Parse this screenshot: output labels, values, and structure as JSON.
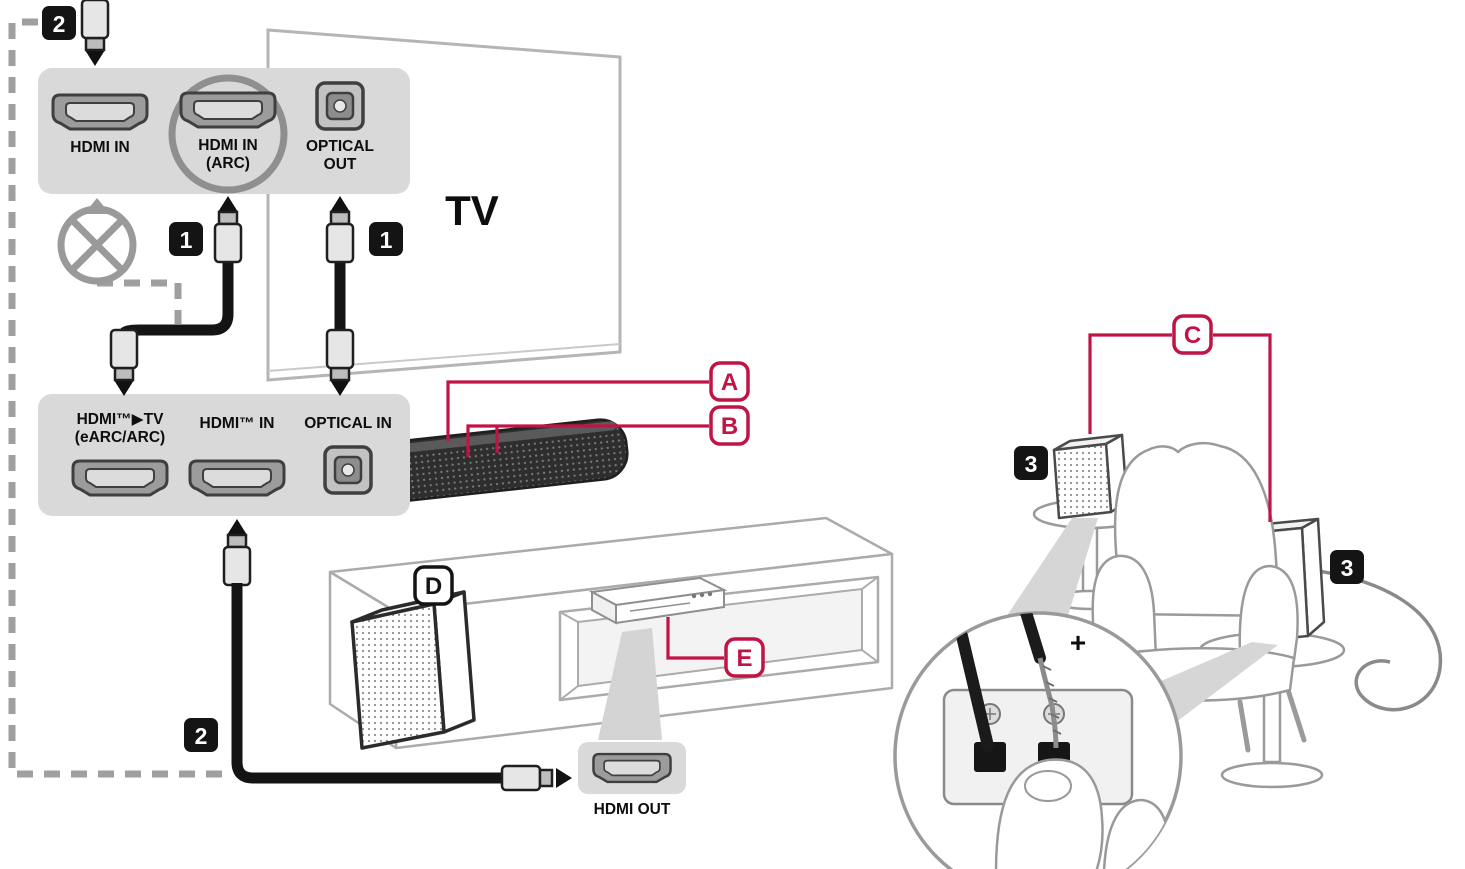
{
  "diagram": {
    "tv_label": "TV",
    "tv_ports": {
      "hdmi_in": "HDMI IN",
      "arc_line1": "HDMI IN",
      "arc_line2": "(ARC)",
      "optical_line1": "OPTICAL",
      "optical_line2": "OUT"
    },
    "soundbar_ports": {
      "hdmi_tv_line1": "HDMI™▶TV",
      "hdmi_tv_line2": "(eARC/ARC)",
      "hdmi_in": "HDMI™ IN",
      "optical_in": "OPTICAL IN"
    },
    "source": {
      "hdmi_out": "HDMI OUT"
    },
    "steps": {
      "one": "1",
      "two": "2",
      "three": "3"
    },
    "callouts": {
      "a": "A",
      "b": "B",
      "c": "C",
      "d": "D",
      "e": "E"
    },
    "terminal": {
      "plus": "+"
    },
    "colors": {
      "accent": "#c01445",
      "panel_gray": "#d9d9d9",
      "cable_black": "#141414",
      "line_gray": "#9a9a9a"
    }
  }
}
